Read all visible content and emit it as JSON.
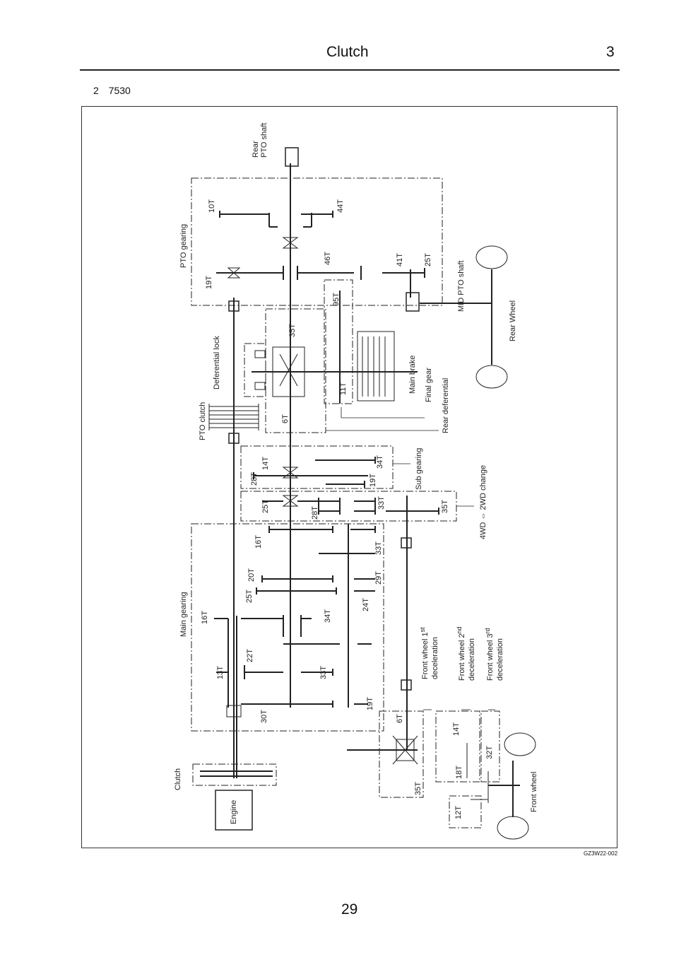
{
  "header": {
    "title": "Clutch",
    "chapter": "3"
  },
  "subtitle": "2 7530",
  "figure_code": "GZ3W22-002",
  "page_number": "29",
  "diagram": {
    "labels": {
      "rear_pto_shaft_1": "Rear",
      "rear_pto_shaft_2": "PTO shaft",
      "pto_gearing": "PTO gearing",
      "mid_pto_shaft": "MID PTO shaft",
      "rear_wheel": "Rear Wheel",
      "deferential_lock": "Deferential lock",
      "pto_clutch": "PTO clutch",
      "main_brake": "Main brake",
      "final_gear": "Final gear",
      "rear_deferential": "Rear deferential",
      "sub_gearing": "Sub gearing",
      "wd_change": "4WD ⇔ 2WD change",
      "main_gearing": "Main gearing",
      "front_1_a": "Front wheel 1",
      "front_1_sup": "st",
      "front_1_b": "deceleration",
      "front_2_a": "Front wheel 2",
      "front_2_sup": "nd",
      "front_2_b": "deceleration",
      "front_3_a": "Front wheel 3",
      "front_3_sup": "rd",
      "front_3_b": "deceleration",
      "clutch": "Clutch",
      "engine": "Engine",
      "front_wheel": "Front wheel"
    },
    "teeth": {
      "t10": "10T",
      "t44": "44T",
      "t19a": "19T",
      "t46": "46T",
      "t41": "41T",
      "t25a": "25T",
      "t95": "95T",
      "t35a": "35T",
      "t11": "11T",
      "t6a": "6T",
      "t28a": "28T",
      "t14a": "14T",
      "t19b": "19T",
      "t34a": "34T",
      "t25b": "25T",
      "t28b": "28T",
      "t33a": "33T",
      "t35b": "35T",
      "t16a": "16T",
      "t33b": "33T",
      "t20": "20T",
      "t29": "29T",
      "t25c": "25T",
      "t24": "24T",
      "t16b": "16T",
      "t34b": "34T",
      "t22": "22T",
      "t13": "13T",
      "t33c": "33T",
      "t30": "30T",
      "t19c": "19T",
      "t6b": "6T",
      "t14b": "14T",
      "t18": "18T",
      "t32": "32T",
      "t35c": "35T",
      "t12": "12T"
    }
  }
}
